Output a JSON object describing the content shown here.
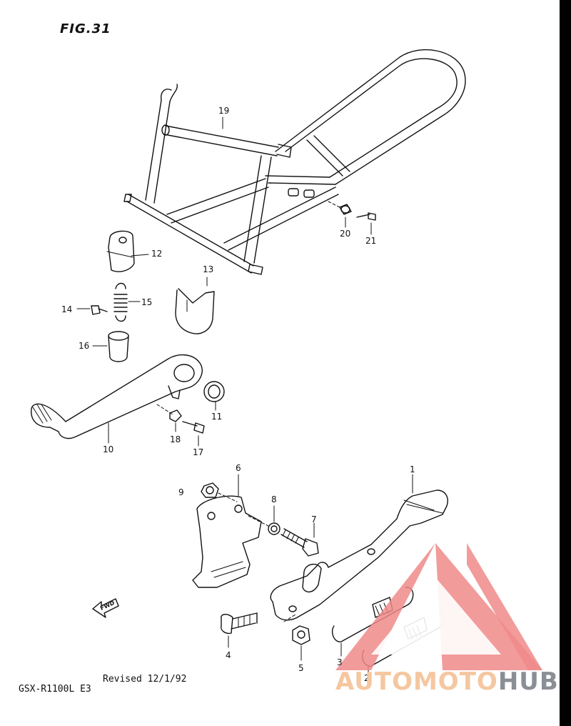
{
  "figure": {
    "title": "FIG.31",
    "model_code": "GSX-R1100L E3",
    "revision_note": "Revised 12/1/92",
    "fwd_label": "FWD"
  },
  "callouts": [
    "1",
    "2",
    "3",
    "4",
    "5",
    "6",
    "7",
    "8",
    "9",
    "10",
    "11",
    "12",
    "13",
    "14",
    "15",
    "16",
    "17",
    "18",
    "19",
    "20",
    "21"
  ],
  "watermark": {
    "text_part1": "AUTOMOTO",
    "text_part2": "HUB",
    "logo_color": "#f08a8a",
    "text_color_1": "#f5c7a0",
    "text_color_2": "#8a8f96"
  },
  "colors": {
    "line": "#111111",
    "background": "#ffffff"
  }
}
